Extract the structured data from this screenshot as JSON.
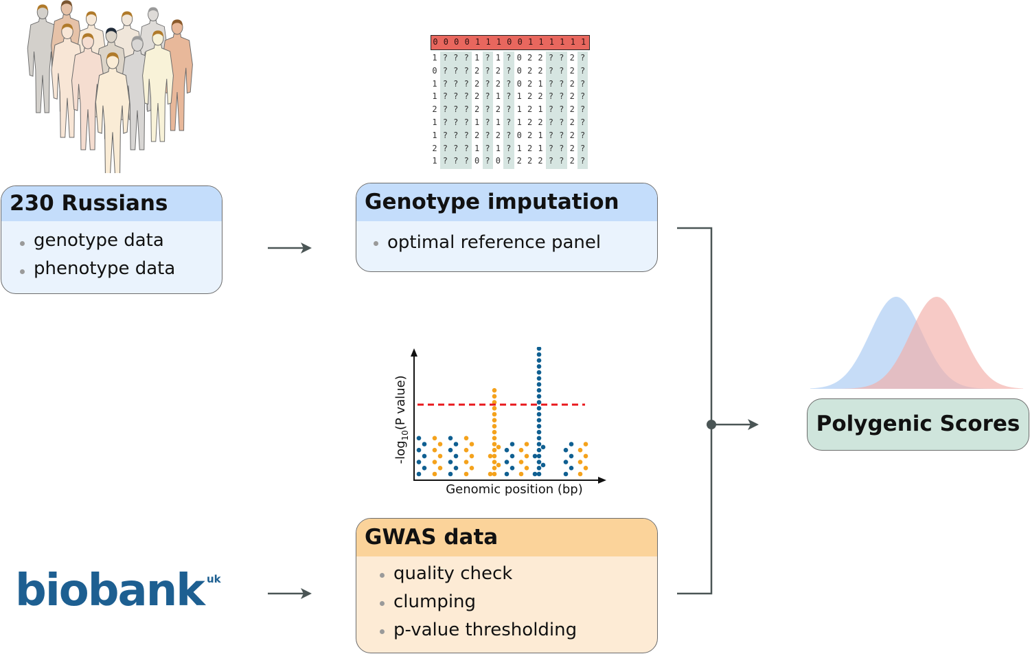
{
  "boxes": {
    "russians": {
      "title": "230 Russians",
      "items": [
        "genotype data",
        "phenotype data"
      ]
    },
    "imputation": {
      "title": "Genotype imputation",
      "items": [
        "optimal reference panel"
      ]
    },
    "gwas": {
      "title": "GWAS data",
      "items": [
        "quality check",
        "clumping",
        "p-value thresholding"
      ]
    },
    "pgs": {
      "title": "Polygenic Scores"
    }
  },
  "logo": {
    "text": "biobank",
    "superscript": "uk"
  },
  "genotype_matrix": {
    "header": [
      "0",
      "0",
      "0",
      "0",
      "1",
      "1",
      "1",
      "0",
      "0",
      "1",
      "1",
      "1",
      "1",
      "1",
      "1"
    ],
    "rows": [
      [
        "1",
        "?",
        "?",
        "?",
        "1",
        "?",
        "1",
        "?",
        "0",
        "2",
        "2",
        "?",
        "?",
        "2",
        "?"
      ],
      [
        "0",
        "?",
        "?",
        "?",
        "2",
        "?",
        "2",
        "?",
        "0",
        "2",
        "2",
        "?",
        "?",
        "2",
        "?"
      ],
      [
        "1",
        "?",
        "?",
        "?",
        "2",
        "?",
        "2",
        "?",
        "0",
        "2",
        "1",
        "?",
        "?",
        "2",
        "?"
      ],
      [
        "1",
        "?",
        "?",
        "?",
        "2",
        "?",
        "1",
        "?",
        "1",
        "2",
        "2",
        "?",
        "?",
        "2",
        "?"
      ],
      [
        "2",
        "?",
        "?",
        "?",
        "2",
        "?",
        "2",
        "?",
        "1",
        "2",
        "1",
        "?",
        "?",
        "2",
        "?"
      ],
      [
        "1",
        "?",
        "?",
        "?",
        "1",
        "?",
        "1",
        "?",
        "1",
        "2",
        "2",
        "?",
        "?",
        "2",
        "?"
      ],
      [
        "1",
        "?",
        "?",
        "?",
        "2",
        "?",
        "2",
        "?",
        "0",
        "2",
        "1",
        "?",
        "?",
        "2",
        "?"
      ],
      [
        "2",
        "?",
        "?",
        "?",
        "1",
        "?",
        "1",
        "?",
        "1",
        "2",
        "1",
        "?",
        "?",
        "2",
        "?"
      ],
      [
        "1",
        "?",
        "?",
        "?",
        "0",
        "?",
        "0",
        "?",
        "2",
        "2",
        "2",
        "?",
        "?",
        "2",
        "?"
      ]
    ]
  },
  "manhattan": {
    "xlabel": "Genomic position (bp)",
    "ylabel_main": "-log",
    "ylabel_sub": "10",
    "ylabel_rest": "(P value)"
  },
  "colors": {
    "blue_dot": "#0f5f91",
    "orange_dot": "#f4a21c",
    "threshold": "#e8181c",
    "dist_blue": "#bcd6f6",
    "dist_red": "#f4b8b2",
    "arrow": "#4a5555"
  },
  "chart_data": {
    "type": "scatter",
    "xlabel": "Genomic position (bp)",
    "ylabel": "-log10(P value)",
    "threshold_line": true,
    "series": [
      {
        "values": [
          1,
          2,
          3,
          4,
          5,
          6,
          7
        ]
      },
      {
        "values": [
          1,
          2,
          3,
          4,
          5,
          6,
          7
        ]
      },
      {
        "values": [
          1,
          2,
          3,
          4,
          5,
          6,
          7
        ]
      },
      {
        "values": [
          1,
          2,
          3,
          4,
          5,
          6,
          7
        ]
      },
      {
        "values": [
          1,
          2,
          3,
          4,
          5,
          6,
          7,
          8,
          9,
          10,
          11,
          12,
          13,
          14,
          15
        ]
      },
      {
        "values": [
          1,
          2,
          3,
          4,
          5,
          6
        ]
      },
      {
        "values": [
          1,
          2,
          3,
          4,
          5,
          6
        ]
      },
      {
        "values": [
          1,
          2,
          3,
          4,
          5,
          6,
          7,
          8,
          9,
          10,
          11,
          12,
          13,
          14,
          15,
          16,
          17,
          18,
          19,
          20,
          21,
          22
        ]
      },
      {
        "values": [
          1,
          2,
          3,
          4,
          5,
          6
        ]
      },
      {
        "values": [
          1,
          2,
          3,
          4,
          5,
          6
        ]
      }
    ]
  }
}
